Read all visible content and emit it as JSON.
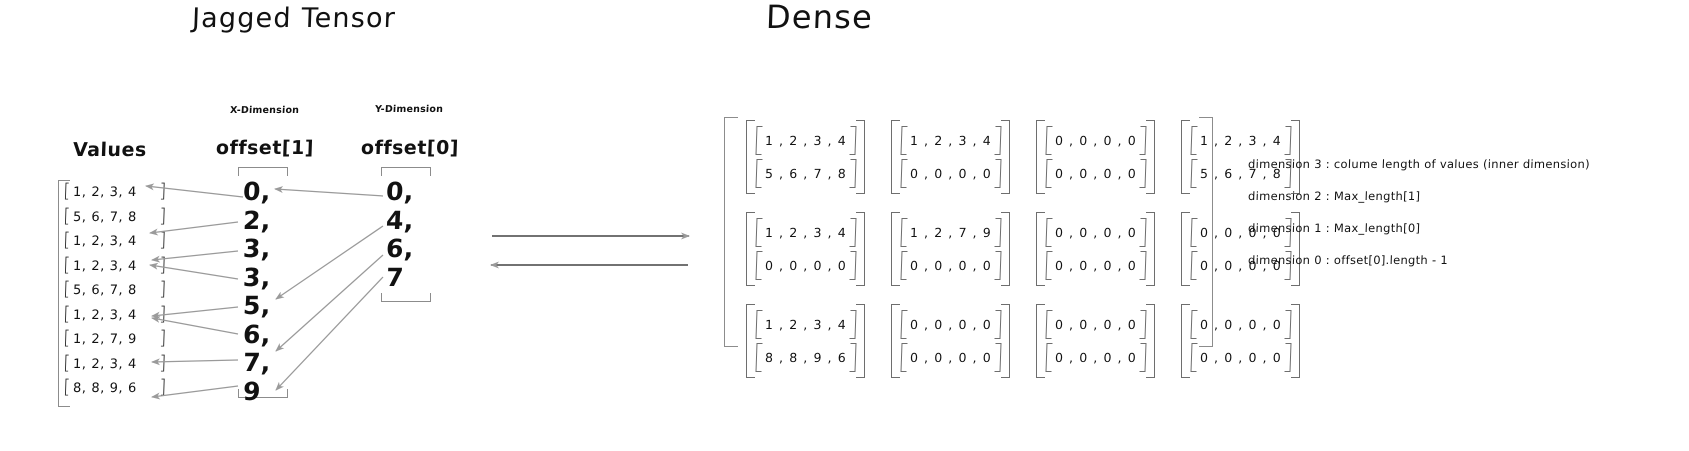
{
  "titles": {
    "jagged": "Jagged Tensor",
    "dense": "Dense"
  },
  "columns": {
    "values_label": "Values",
    "offset1_label": "offset[1]",
    "offset0_label": "offset[0]",
    "x_dimension_label": "X-Dimension",
    "y_dimension_label": "Y-Dimension"
  },
  "values": [
    "1, 2, 3, 4",
    "5, 6, 7, 8",
    "1, 2, 3, 4",
    "1, 2, 3, 4",
    "5, 6, 7, 8",
    "1, 2, 3, 4",
    "1, 2, 7, 9",
    "1, 2, 3, 4",
    "8, 8, 9, 6"
  ],
  "offset1": [
    "0,",
    "2,",
    "3,",
    "3,",
    "5,",
    "6,",
    "7,",
    "9"
  ],
  "offset0": [
    "0,",
    "4,",
    "6,",
    "7"
  ],
  "dense": {
    "rows": [
      [
        [
          "1 , 2 , 3 , 4",
          "5 , 6 , 7 , 8"
        ],
        [
          "1 , 2 , 3 , 4",
          "0 , 0 , 0 , 0"
        ],
        [
          "0 , 0 , 0 , 0",
          "0 , 0 , 0 , 0"
        ],
        [
          "1 , 2 , 3 , 4",
          "5 , 6 , 7 , 8"
        ]
      ],
      [
        [
          "1 , 2 , 3 , 4",
          "0 , 0 , 0 , 0"
        ],
        [
          "1 , 2 , 7 , 9",
          "0 , 0 , 0 , 0"
        ],
        [
          "0 , 0 , 0 , 0",
          "0 , 0 , 0 , 0"
        ],
        [
          "0 , 0 , 0 , 0",
          "0 , 0 , 0 , 0"
        ]
      ],
      [
        [
          "1 , 2 , 3 , 4",
          "8 , 8 , 9 , 6"
        ],
        [
          "0 , 0 , 0 , 0",
          "0 , 0 , 0 , 0"
        ],
        [
          "0 , 0 , 0 , 0",
          "0 , 0 , 0 , 0"
        ],
        [
          "0 , 0 , 0 , 0",
          "0 , 0 , 0 , 0"
        ]
      ]
    ]
  },
  "notes": [
    "dimension 3 : colume length of values (inner dimension)",
    "dimension 2 : Max_length[1]",
    "dimension 1  : Max_length[0]",
    "dimension 0 : offset[0].length - 1"
  ],
  "colors": {
    "ink": "#111111",
    "stroke": "#8c8c8c",
    "bracket": "#6e6e6e",
    "background": "#ffffff"
  },
  "brackets": {
    "open": "[",
    "close": "]"
  }
}
